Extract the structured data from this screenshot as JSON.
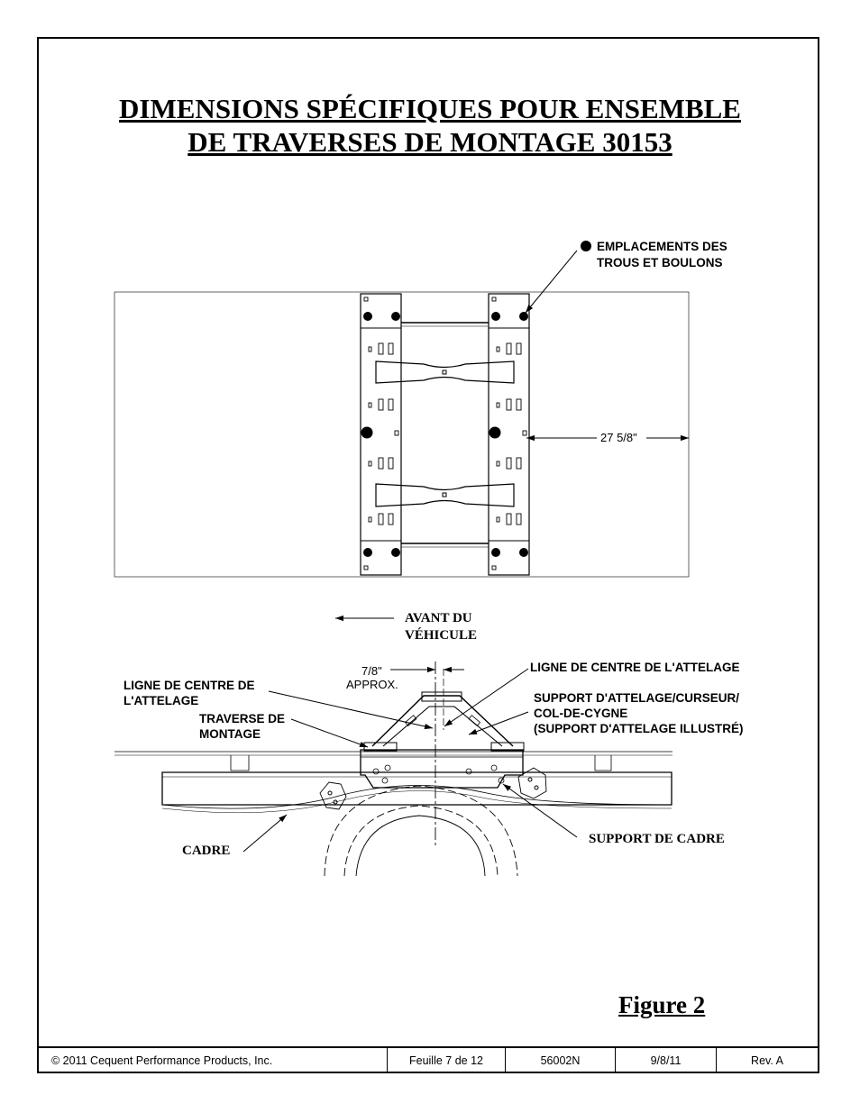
{
  "title": {
    "line1": "DIMENSIONS SPÉCIFIQUES POUR ENSEMBLE",
    "line2": "DE TRAVERSES DE MONTAGE 30153"
  },
  "top_view": {
    "legend_line1": "EMPLACEMENTS DES",
    "legend_line2": "TROUS ET BOULONS",
    "dimension": "27 5/8\""
  },
  "side_view": {
    "front_line1": "AVANT DU",
    "front_line2": "VÉHICULE",
    "offset_value": "7/8\"",
    "offset_note": "APPROX.",
    "centerline_left_1": "LIGNE DE CENTRE DE",
    "centerline_left_2": "L'ATTELAGE",
    "crossmember_1": "TRAVERSE DE",
    "crossmember_2": "MONTAGE",
    "centerline_right": "LIGNE DE CENTRE DE L'ATTELAGE",
    "support_1": "SUPPORT D'ATTELAGE/CURSEUR/",
    "support_2": "COL-DE-CYGNE",
    "support_3": "(SUPPORT D'ATTELAGE ILLUSTRÉ)",
    "frame_label": "CADRE",
    "frame_support": "SUPPORT DE CADRE"
  },
  "figure_label": "Figure 2",
  "footer": {
    "copyright": "© 2011 Cequent Performance Products, Inc.",
    "sheet": "Feuille 7 de 12",
    "doc_number": "56002N",
    "date": "9/8/11",
    "revision": "Rev. A"
  }
}
